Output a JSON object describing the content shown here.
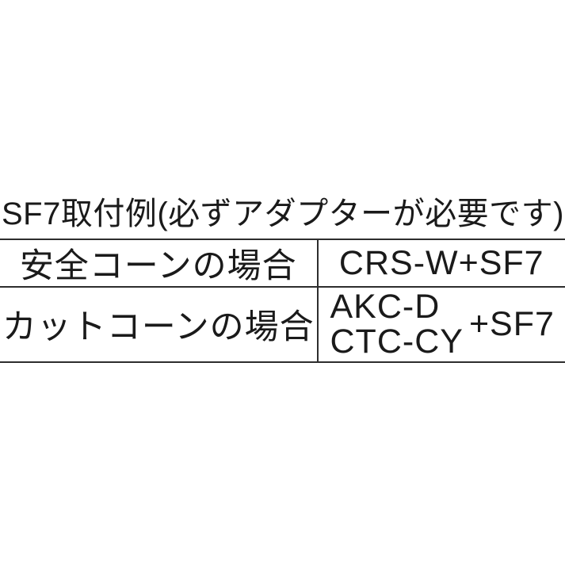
{
  "colors": {
    "background": "#ffffff",
    "text": "#1a1a1a",
    "line": "#2d2d2d"
  },
  "title": "SF7取付例(必ずアダプターが必要です)",
  "table": {
    "rows": [
      {
        "label": "安全コーンの場合",
        "value": "CRS-W+SF7"
      },
      {
        "label": "カットコーンの場合",
        "value_lines": [
          "AKC-D",
          "CTC-CY"
        ],
        "value_suffix": "+SF7"
      }
    ]
  }
}
